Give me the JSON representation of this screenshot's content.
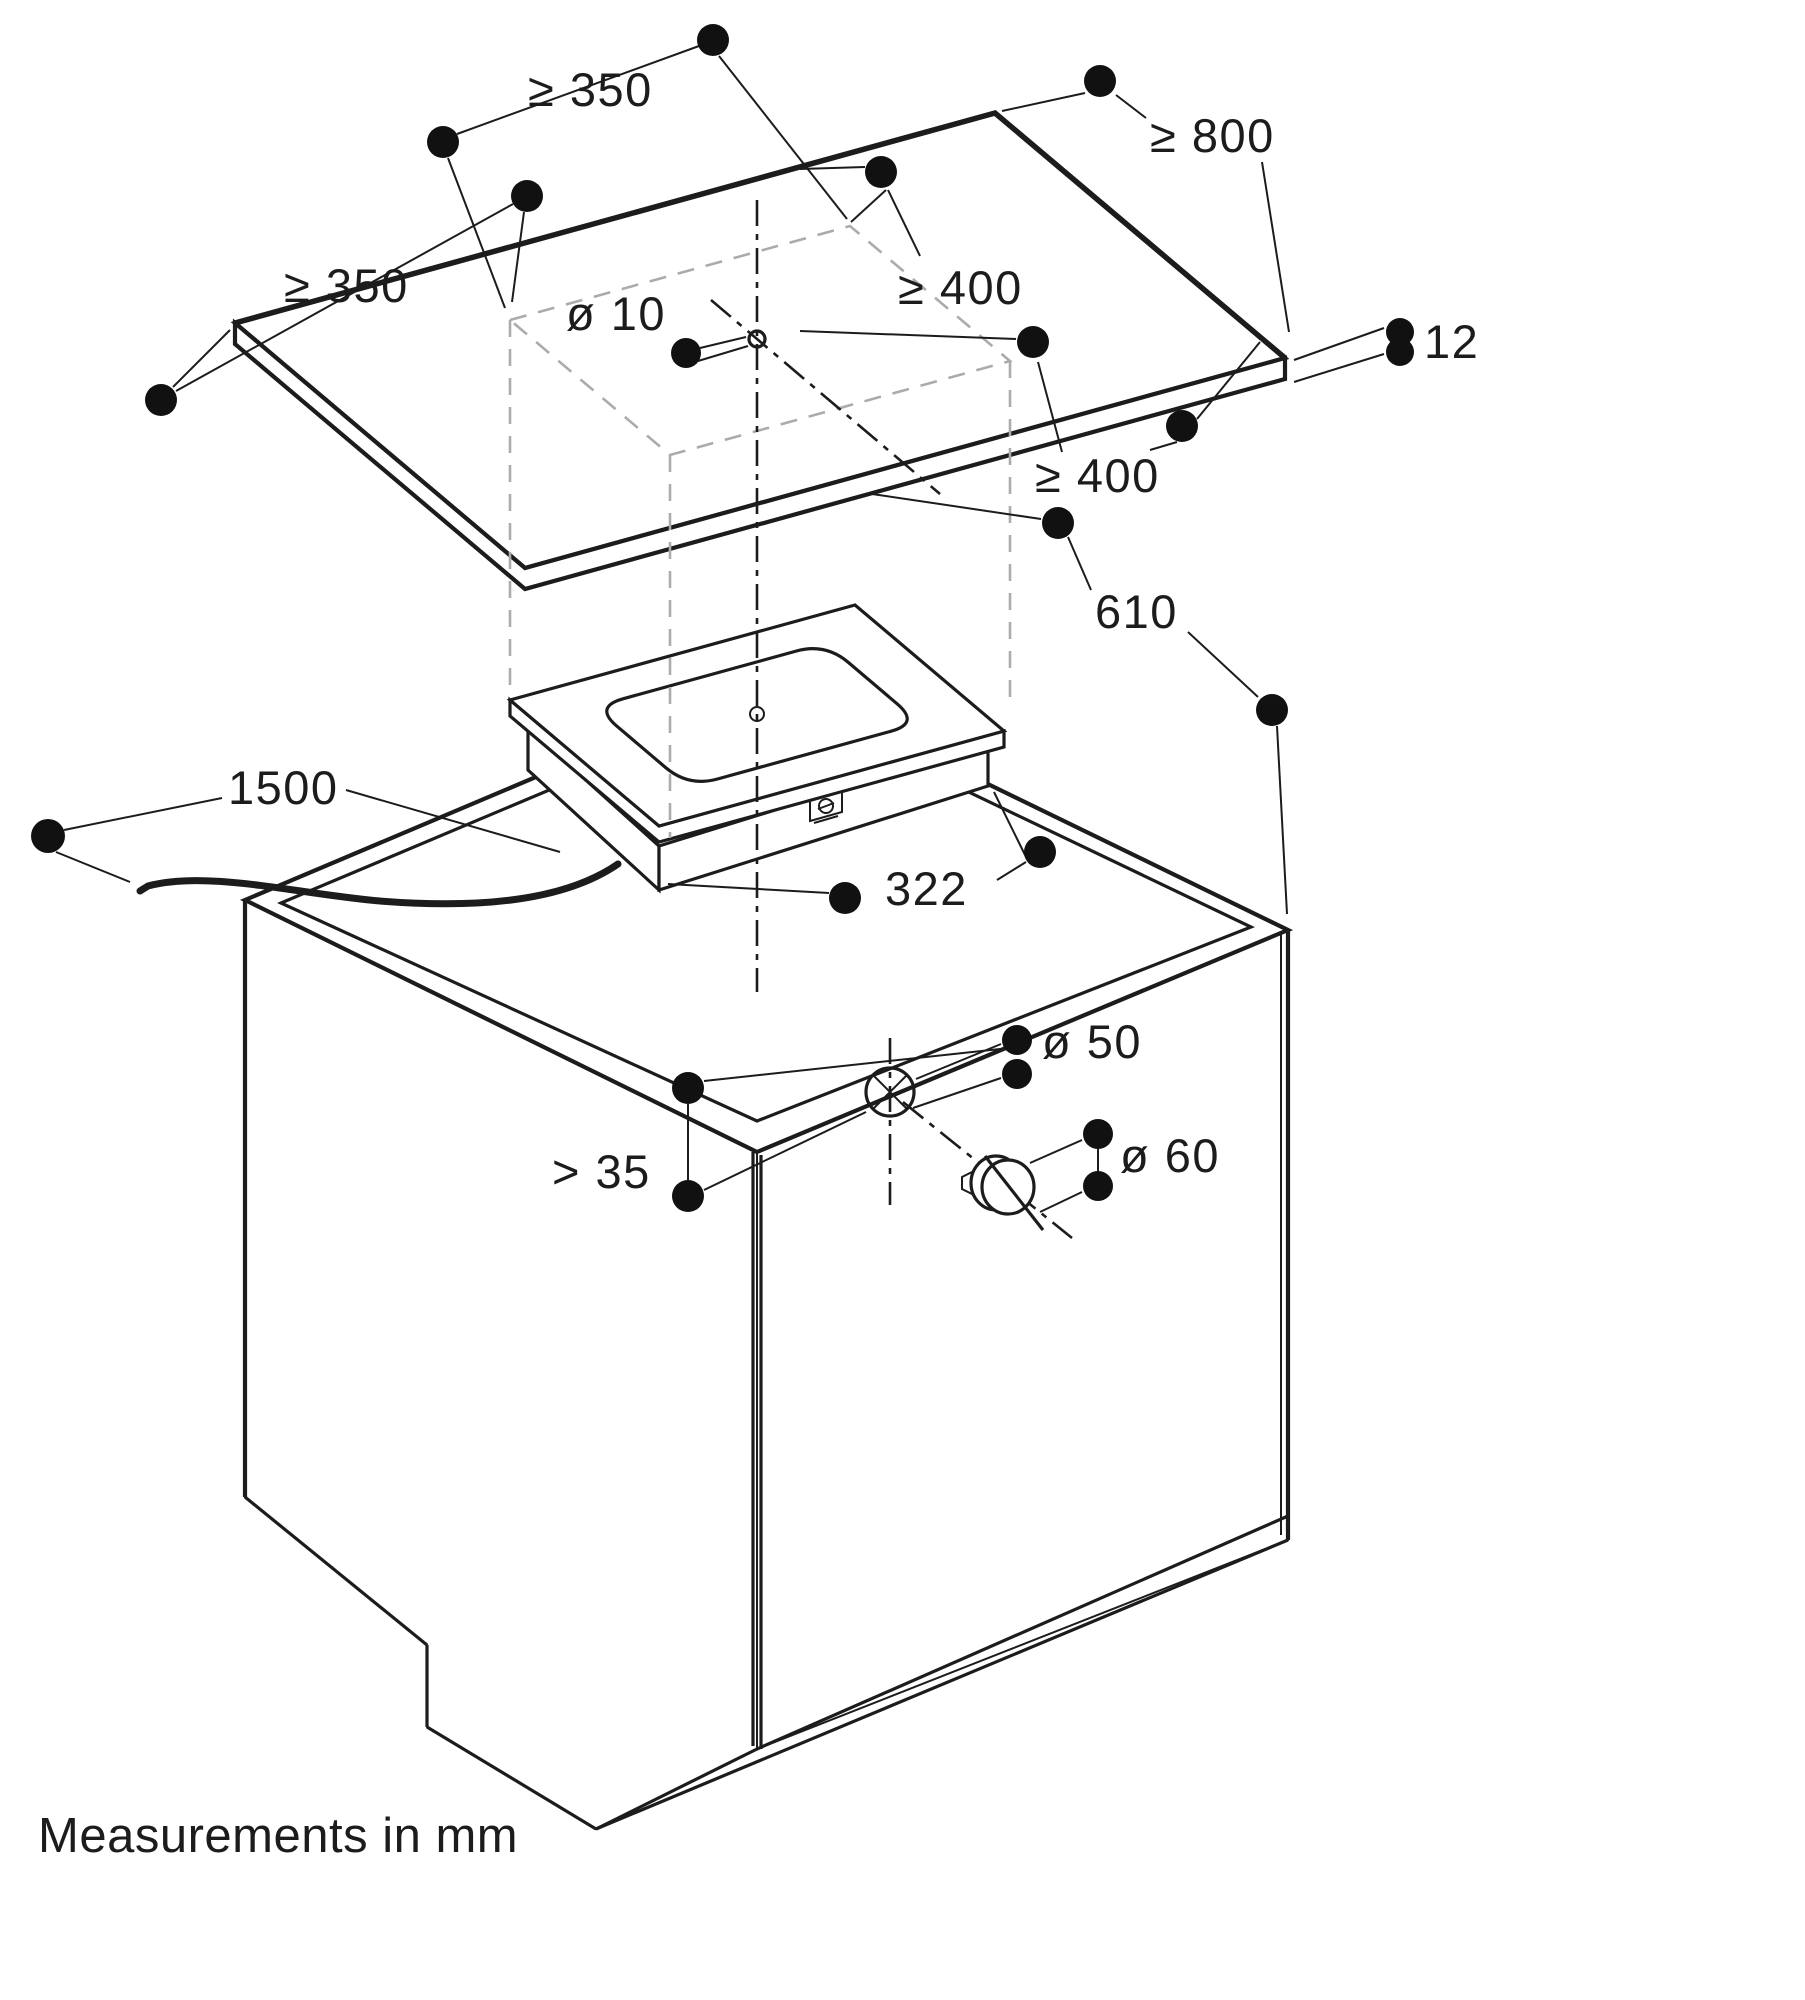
{
  "figure": {
    "type": "appliance-installation-drawing",
    "units": "mm",
    "note": "Measurements in mm",
    "colors": {
      "ink": "#1c1c1c",
      "dash_grey": "#ababab",
      "dot": "#111111",
      "background": "#ffffff"
    },
    "labels": {
      "back_clearance": "≥ 350",
      "left_clearance": "≥ 350",
      "upper_clearance": "≥ 400",
      "worktop_depth_min": "≥ 800",
      "front_clearance": "≥ 400",
      "fixing_hole_dia": "ø 10",
      "worktop_thickness": "12",
      "worktop_to_cabinet": "610",
      "cable_length": "1500",
      "cutout_width": "322",
      "cable_hole_dia": "ø 50",
      "min_edge_distance": "> 35",
      "knob_hole_dia": "ø 60"
    },
    "parts": {
      "worktop": "worktop panel with cut-out",
      "module": "domino cooktop module",
      "cabinet": "base cabinet with plinth",
      "cable": "connection cable",
      "drill_symbol": "cable hole position",
      "knob": "control knob"
    }
  }
}
